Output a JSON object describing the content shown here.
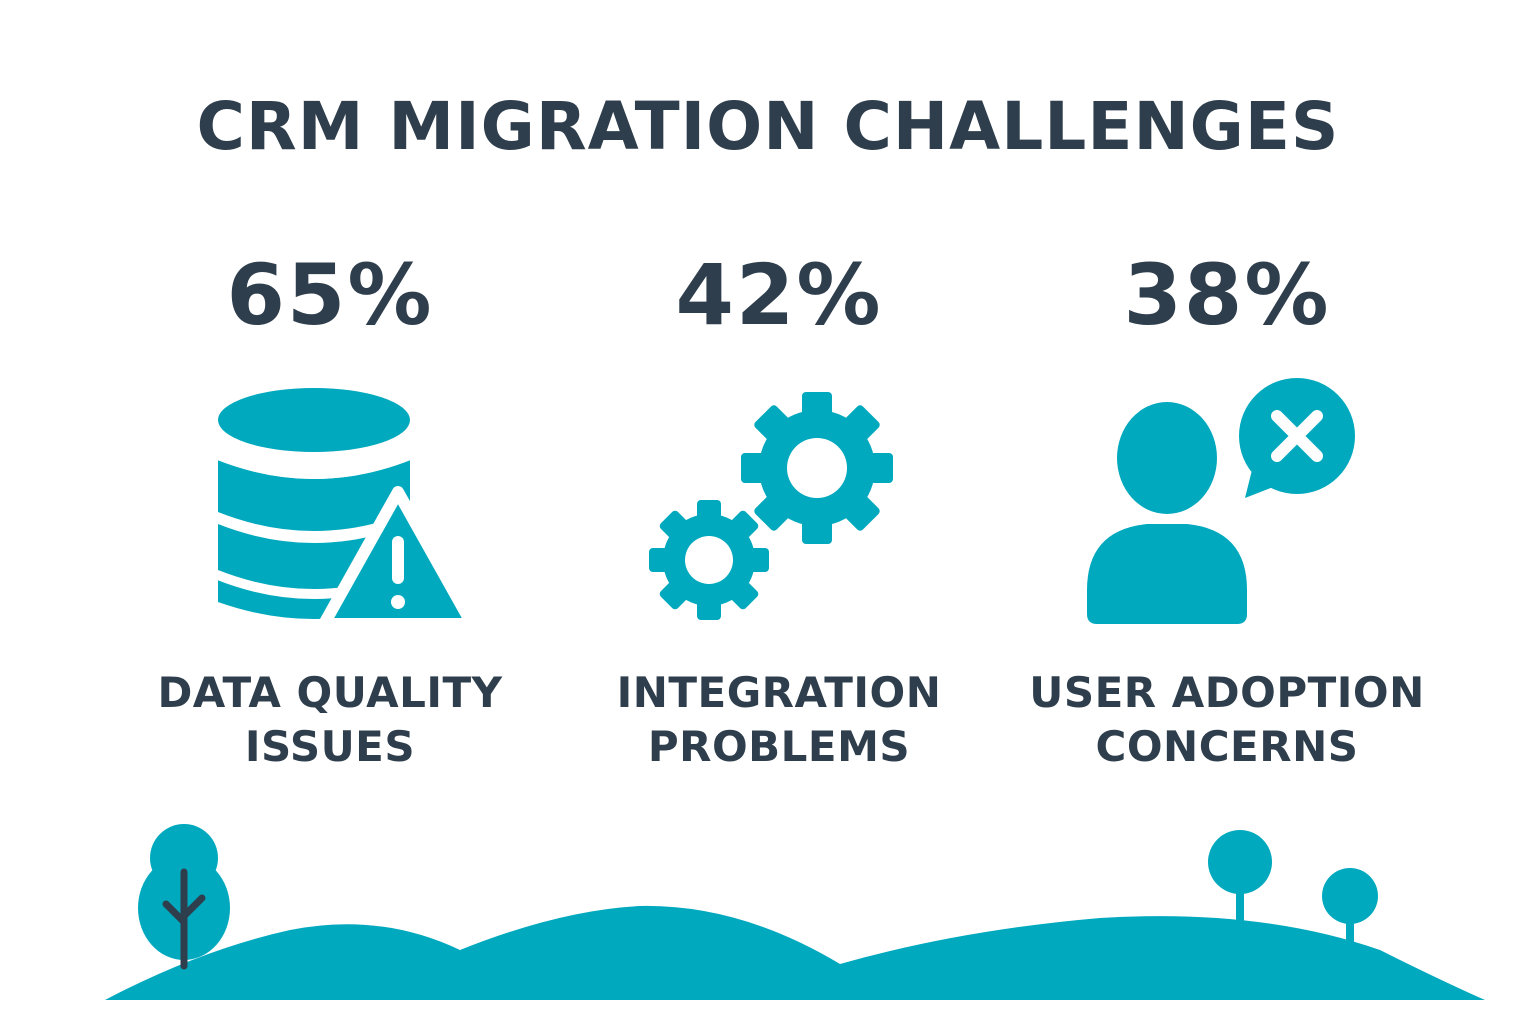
{
  "title": "CRM MIGRATION CHALLENGES",
  "accent_color": "#00a9bd",
  "text_color": "#2f3e4c",
  "stats": [
    {
      "percent": "65%",
      "label_line1": "DATA QUALITY",
      "label_line2": "ISSUES",
      "icon": "database-warning-icon"
    },
    {
      "percent": "42%",
      "label_line1": "INTEGRATION",
      "label_line2": "PROBLEMS",
      "icon": "gears-icon"
    },
    {
      "percent": "38%",
      "label_line1": "USER ADOPTION",
      "label_line2": "CONCERNS",
      "icon": "user-rejected-icon"
    }
  ],
  "decoration": "hills-and-trees-illustration"
}
